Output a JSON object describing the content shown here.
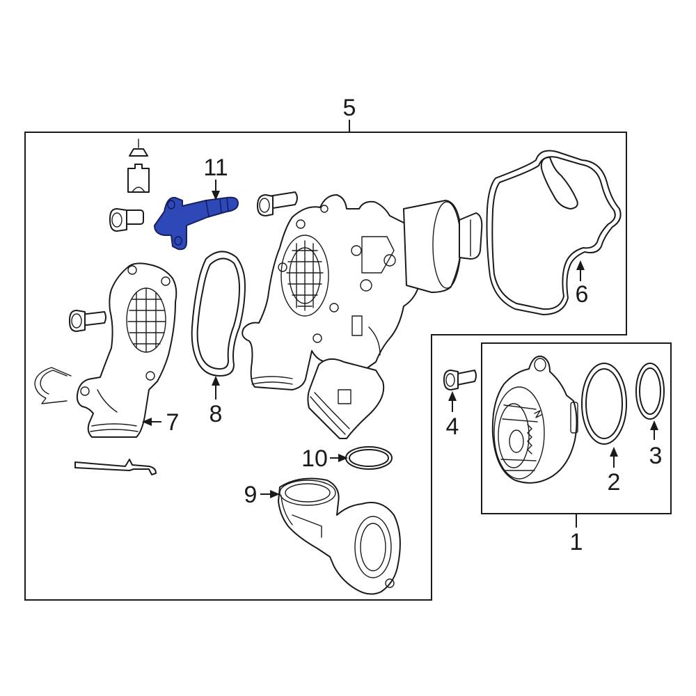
{
  "diagram": {
    "highlight_color": "#2f48b8",
    "callouts": {
      "c1": "1",
      "c2": "2",
      "c3": "3",
      "c4": "4",
      "c5": "5",
      "c6": "6",
      "c7": "7",
      "c8": "8",
      "c9": "9",
      "c10": "10",
      "c11": "11"
    },
    "icons": {
      "marker": "funnel-icon"
    }
  }
}
